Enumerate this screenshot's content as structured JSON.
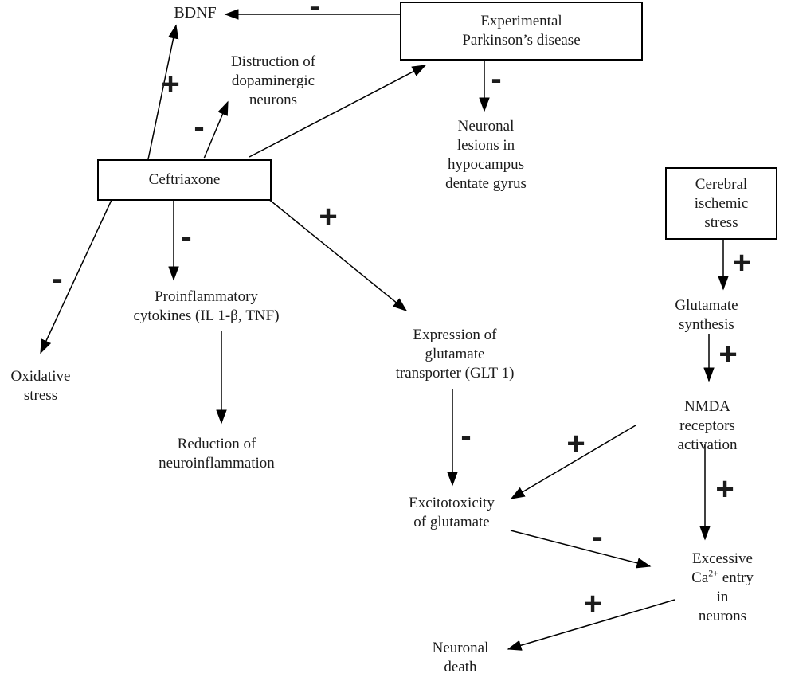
{
  "figure": {
    "background_color": "#ffffff",
    "line_color": "#000000",
    "text_color": "#1c1c1c"
  },
  "nodes": {
    "bdnf": {
      "label": "BDNF",
      "boxed": false
    },
    "experimental_parkinsons_disease": {
      "label": "Experimental\nParkinson’s disease",
      "boxed": true
    },
    "distruction_of_dopaminergic_neurons": {
      "label": "Distruction of\ndopaminergic\nneurons",
      "boxed": false
    },
    "neuronal_lesions": {
      "label": "Neuronal\nlesions in\nhypocampus\ndentate gyrus",
      "boxed": false
    },
    "ceftriaxone": {
      "label": "Ceftriaxone",
      "boxed": true
    },
    "cerebral_ischemic_stress": {
      "label": "Cerebral\nischemic\nstress",
      "boxed": true
    },
    "oxidative_stress": {
      "label": "Oxidative\nstress",
      "boxed": false
    },
    "proinflammatory_cytokines": {
      "label": "Proinflammatory\ncytokines (IL 1-β, TNF)",
      "boxed": false
    },
    "expression_glt1": {
      "label": "Expression of\nglutamate\ntransporter (GLT 1)",
      "boxed": false
    },
    "reduction_of_neuroinflammation": {
      "label": "Reduction of\nneuroinflammation",
      "boxed": false
    },
    "glutamate_synthesis": {
      "label": "Glutamate\nsynthesis",
      "boxed": false
    },
    "nmda_receptors_activation": {
      "label": "NMDA receptors\nactivation",
      "boxed": false
    },
    "excitotoxicity_of_glutamate": {
      "label": "Excitotoxicity\nof glutamate",
      "boxed": false
    },
    "excessive_ca_entry": {
      "line1": "Excessive",
      "ca_base": "Ca",
      "ca_sup": "2+",
      "ca_rest": "entry in",
      "line3": "neurons",
      "boxed": false
    },
    "neuronal_death": {
      "label": "Neuronal\ndeath",
      "boxed": false
    }
  },
  "edges": [
    {
      "from": "experimental_parkinsons_disease",
      "to": "bdnf",
      "sign": "-"
    },
    {
      "from": "ceftriaxone",
      "to": "bdnf",
      "sign": "+"
    },
    {
      "from": "ceftriaxone",
      "to": "distruction_of_dopaminergic_neurons",
      "sign": "-"
    },
    {
      "from": "ceftriaxone",
      "to": "experimental_parkinsons_disease",
      "sign": ""
    },
    {
      "from": "experimental_parkinsons_disease",
      "to": "neuronal_lesions",
      "sign": "-"
    },
    {
      "from": "ceftriaxone",
      "to": "oxidative_stress",
      "sign": "-"
    },
    {
      "from": "ceftriaxone",
      "to": "proinflammatory_cytokines",
      "sign": "-"
    },
    {
      "from": "ceftriaxone",
      "to": "expression_glt1",
      "sign": "+"
    },
    {
      "from": "proinflammatory_cytokines",
      "to": "reduction_of_neuroinflammation",
      "sign": ""
    },
    {
      "from": "cerebral_ischemic_stress",
      "to": "glutamate_synthesis",
      "sign": "+"
    },
    {
      "from": "glutamate_synthesis",
      "to": "nmda_receptors_activation",
      "sign": "+"
    },
    {
      "from": "nmda_receptors_activation",
      "to": "excitotoxicity_of_glutamate",
      "sign": "+"
    },
    {
      "from": "nmda_receptors_activation",
      "to": "excessive_ca_entry",
      "sign": "+"
    },
    {
      "from": "expression_glt1",
      "to": "excitotoxicity_of_glutamate",
      "sign": "-"
    },
    {
      "from": "excitotoxicity_of_glutamate",
      "to": "excessive_ca_entry",
      "sign": "-"
    },
    {
      "from": "excessive_ca_entry",
      "to": "neuronal_death",
      "sign": "+"
    }
  ]
}
